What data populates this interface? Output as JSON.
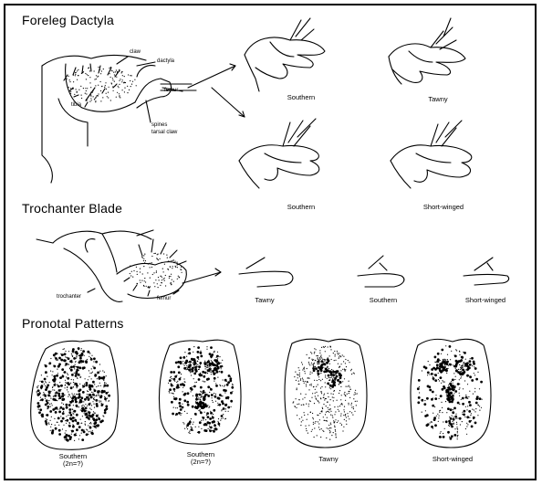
{
  "sections": {
    "foreleg_title": "Foreleg Dactyla",
    "trochanter_title": "Trochanter Blade",
    "pronotal_title": "Pronotal Patterns"
  },
  "foreleg": {
    "callouts": [
      "claw",
      "dactyla",
      "femur",
      "tibia",
      "spines",
      "tarsal claw"
    ],
    "variants": [
      "Southern",
      "Tawny",
      "Southern",
      "Short-winged"
    ]
  },
  "trochanter": {
    "callouts": [
      "trochanter",
      "femur"
    ],
    "variants": [
      "Tawny",
      "Southern",
      "Short-winged"
    ]
  },
  "pronotal": {
    "variants": [
      "Southern\n(2n=?)",
      "Southern\n(2n=?)",
      "Tawny",
      "Short-winged"
    ]
  },
  "colors": {
    "ink": "#000000",
    "paper": "#ffffff"
  }
}
